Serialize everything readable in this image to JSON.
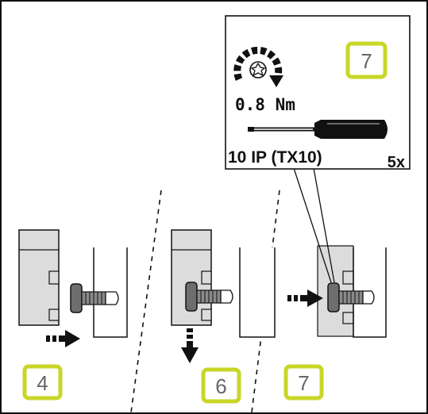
{
  "colors": {
    "badge_border": "#c9d627",
    "badge_text": "#666666",
    "line": "#111111",
    "gray_part": "#dcdcdc",
    "screw": "#6e6e6e"
  },
  "icons": [
    "torx-rotation-icon",
    "screwdriver-icon",
    "screw-icon",
    "push-arrow-icon",
    "pull-down-arrow-icon"
  ],
  "callout": {
    "step": "7",
    "torque": "0.8 Nm",
    "tool": "10 IP (TX10)",
    "quantity": "5x"
  },
  "steps": [
    {
      "id": "step-4",
      "label": "4"
    },
    {
      "id": "step-6",
      "label": "6"
    },
    {
      "id": "step-7",
      "label": "7"
    }
  ]
}
